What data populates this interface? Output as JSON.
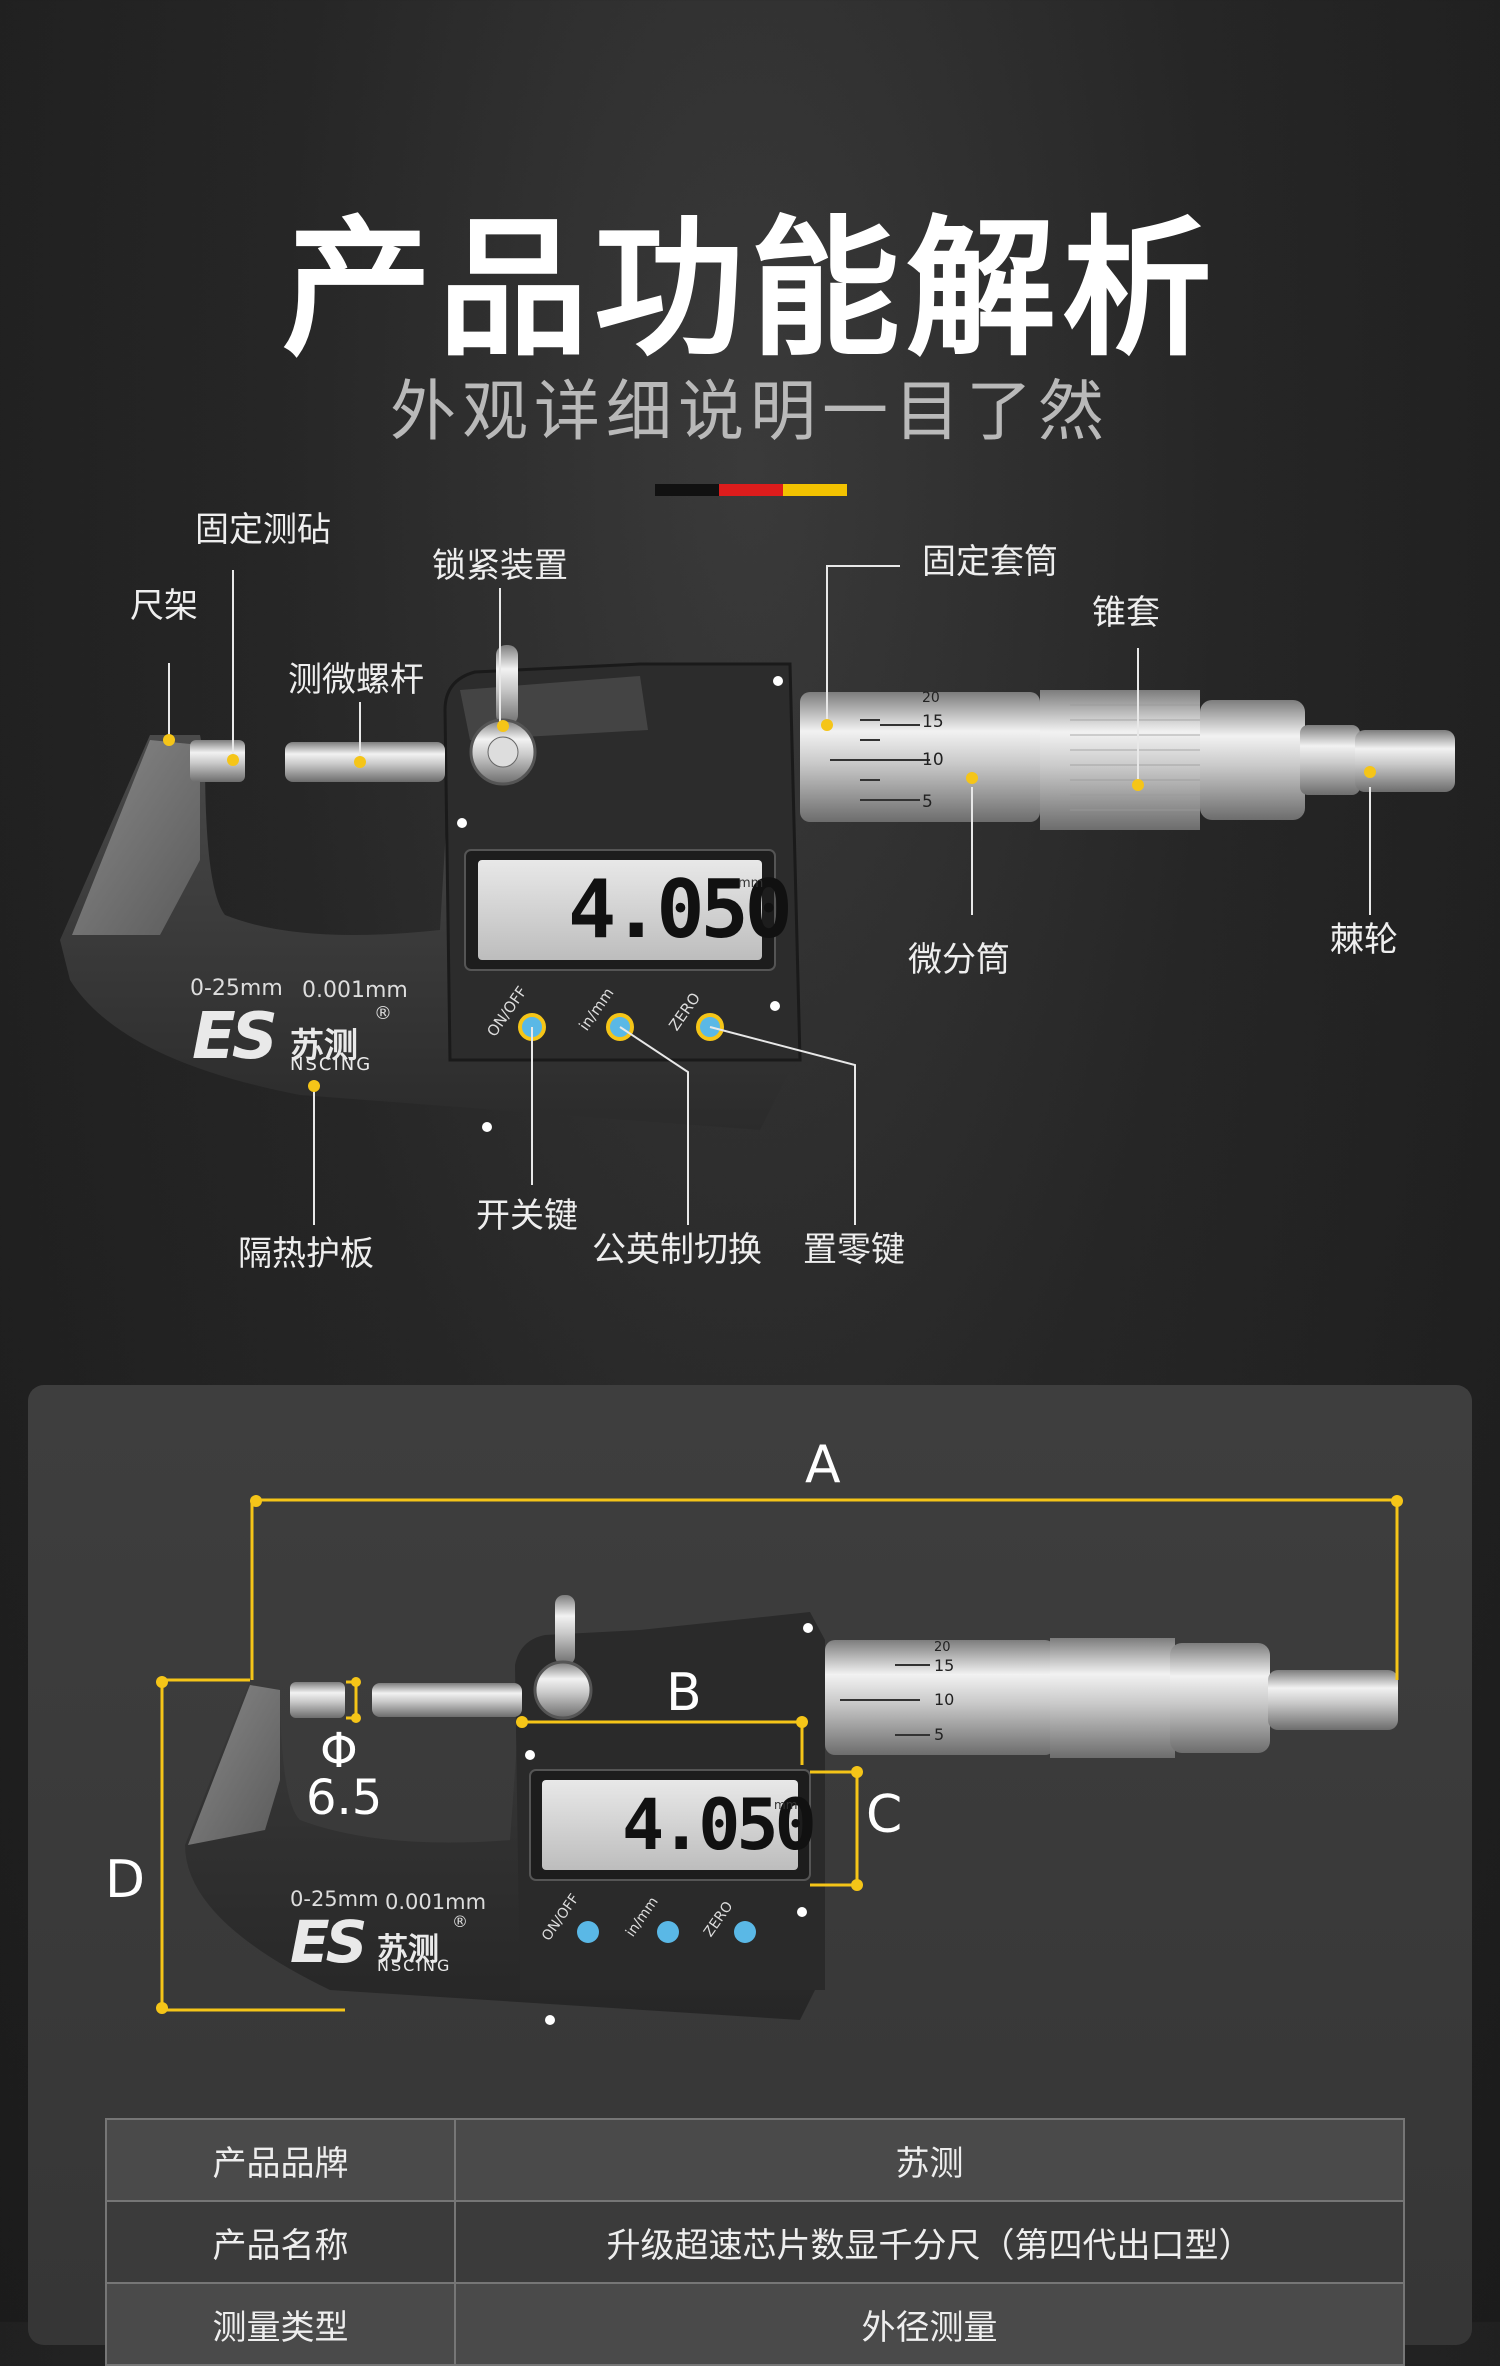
{
  "header": {
    "title": "产品功能解析",
    "subtitle": "外观详细说明一目了然",
    "flag_colors": [
      "#111111",
      "#dd1c1c",
      "#f2c200"
    ]
  },
  "diagram1": {
    "labels": {
      "fixed_anvil": "固定测砧",
      "frame": "尺架",
      "lock": "锁紧装置",
      "spindle": "测微螺杆",
      "sleeve": "固定套筒",
      "cone": "锥套",
      "thimble": "微分筒",
      "ratchet": "棘轮",
      "power_key": "开关键",
      "unit_switch": "公英制切换",
      "zero_key": "置零键",
      "heat_shield": "隔热护板"
    },
    "device": {
      "range": "0-25mm",
      "resolution": "0.001mm",
      "lcd_value": "4.050",
      "lcd_unit": "mm",
      "logo_es": "ES",
      "logo_cn": "苏测",
      "logo_en": "NSCING",
      "logo_reg": "®",
      "btn_power": "ON/OFF",
      "btn_unit": "in/mm",
      "btn_zero": "ZERO",
      "scale": [
        "20",
        "15",
        "10",
        "5"
      ]
    },
    "accent_color": "#f5c518"
  },
  "diagram2": {
    "dim_a": "A",
    "dim_b": "B",
    "dim_c": "C",
    "dim_d": "D",
    "phi": "Φ",
    "phi_value": "6.5",
    "device": {
      "range": "0-25mm",
      "resolution": "0.001mm",
      "lcd_value": "4.050",
      "lcd_unit": "mm",
      "logo_es": "ES",
      "logo_cn": "苏测",
      "logo_en": "NSCING",
      "logo_reg": "®",
      "btn_power": "ON/OFF",
      "btn_unit": "in/mm",
      "btn_zero": "ZERO",
      "scale": [
        "20",
        "15",
        "10",
        "5"
      ]
    },
    "button_color": "#5ab8e6"
  },
  "spec_table": {
    "rows": [
      {
        "label": "产品品牌",
        "value": "苏测"
      },
      {
        "label": "产品名称",
        "value": "升级超速芯片数显千分尺（第四代出口型）"
      },
      {
        "label": "测量类型",
        "value": "外径测量"
      }
    ]
  }
}
